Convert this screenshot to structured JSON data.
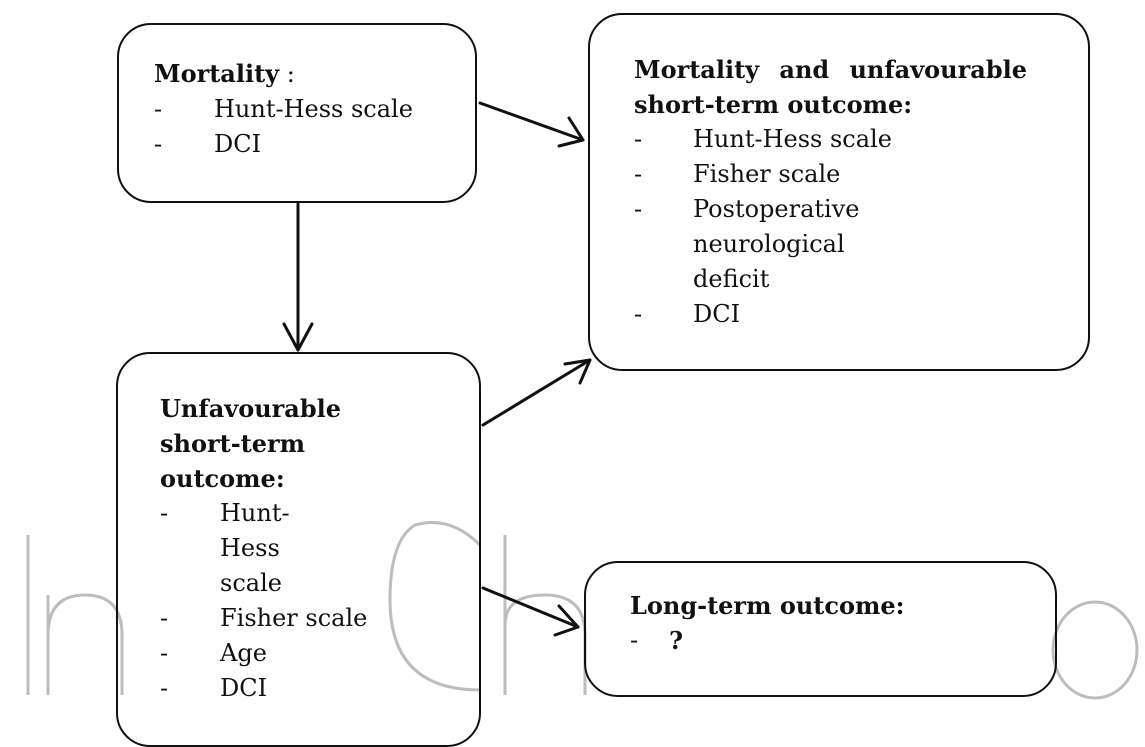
{
  "diagram": {
    "boxes": {
      "mortality": {
        "title": "Mortality",
        "title_suffix": " :",
        "items": [
          "Hunt-Hess scale",
          "DCI"
        ]
      },
      "mortality_unfavourable": {
        "title_lines": [
          "Mortality and unfavourable",
          "short-term outcome:"
        ],
        "items": [
          "Hunt-Hess scale",
          "Fisher scale",
          "Postoperative neurological deficit",
          "DCI"
        ]
      },
      "unfavourable": {
        "title_lines": [
          "Unfavourable",
          "short-term",
          "outcome:"
        ],
        "items": [
          "Hunt-Hess scale",
          "Fisher scale",
          "Age",
          "DCI"
        ]
      },
      "long_term": {
        "title": "Long-term outcome:",
        "items": [
          "?"
        ]
      }
    },
    "bullet": "-",
    "arrows": [
      {
        "from": "mortality",
        "to": "mortality_unfavourable"
      },
      {
        "from": "mortality",
        "to": "unfavourable"
      },
      {
        "from": "unfavourable",
        "to": "mortality_unfavourable"
      },
      {
        "from": "unfavourable",
        "to": "long_term"
      }
    ],
    "watermark": "IntechOpen",
    "colors": {
      "stroke": "#111111",
      "watermark": "#bdbdbd"
    }
  }
}
